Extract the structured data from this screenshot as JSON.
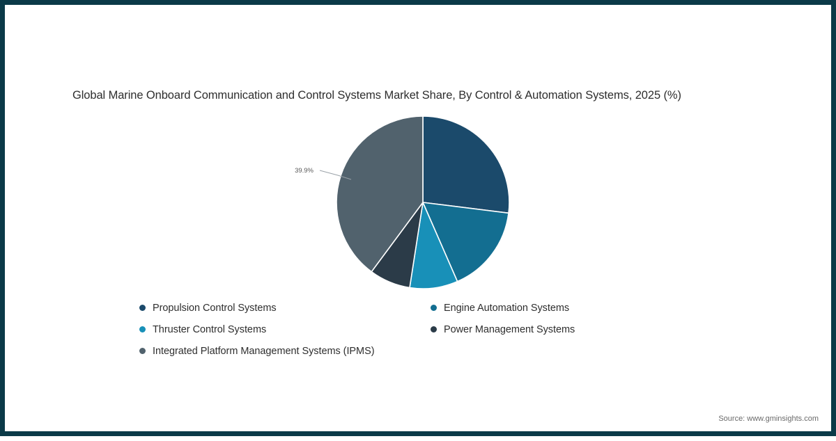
{
  "chart_data": {
    "type": "pie",
    "title": "Global Marine Onboard Communication and Control Systems Market Share, By Control & Automation Systems, 2025 (%)",
    "categories": [
      "Propulsion Control Systems",
      "Engine Automation Systems",
      "Thruster Control Systems",
      "Power Management Systems",
      "Integrated Platform Management Systems (IPMS)"
    ],
    "values": [
      27.0,
      16.5,
      9.0,
      7.7,
      39.9
    ],
    "colors": [
      "#1b4a6b",
      "#136e91",
      "#1890b8",
      "#2b3b48",
      "#51626d"
    ],
    "visible_labels": [
      {
        "text": "39.9%",
        "category": "Integrated Platform Management Systems (IPMS)"
      }
    ],
    "start_angle_deg": 0,
    "direction": "clockwise",
    "legend_position": "bottom",
    "xlabel": "",
    "ylabel": ""
  },
  "legend": {
    "left_items": [
      {
        "label": "Propulsion Control Systems",
        "color": "#1b4a6b"
      },
      {
        "label": "Thruster Control Systems",
        "color": "#1890b8"
      },
      {
        "label": "Integrated Platform Management Systems (IPMS)",
        "color": "#51626d"
      }
    ],
    "right_items": [
      {
        "label": "Engine Automation Systems",
        "color": "#136e91"
      },
      {
        "label": "Power Management Systems",
        "color": "#2b3b48"
      }
    ]
  },
  "footer": {
    "source": "Source: www.gminsights.com"
  },
  "theme": {
    "border_color": "#0b3a48",
    "background": "#ffffff",
    "text_color": "#2e2e2e",
    "label_color": "#5a5a5a",
    "source_color": "#6a6a6a",
    "slice_stroke": "#ffffff"
  }
}
